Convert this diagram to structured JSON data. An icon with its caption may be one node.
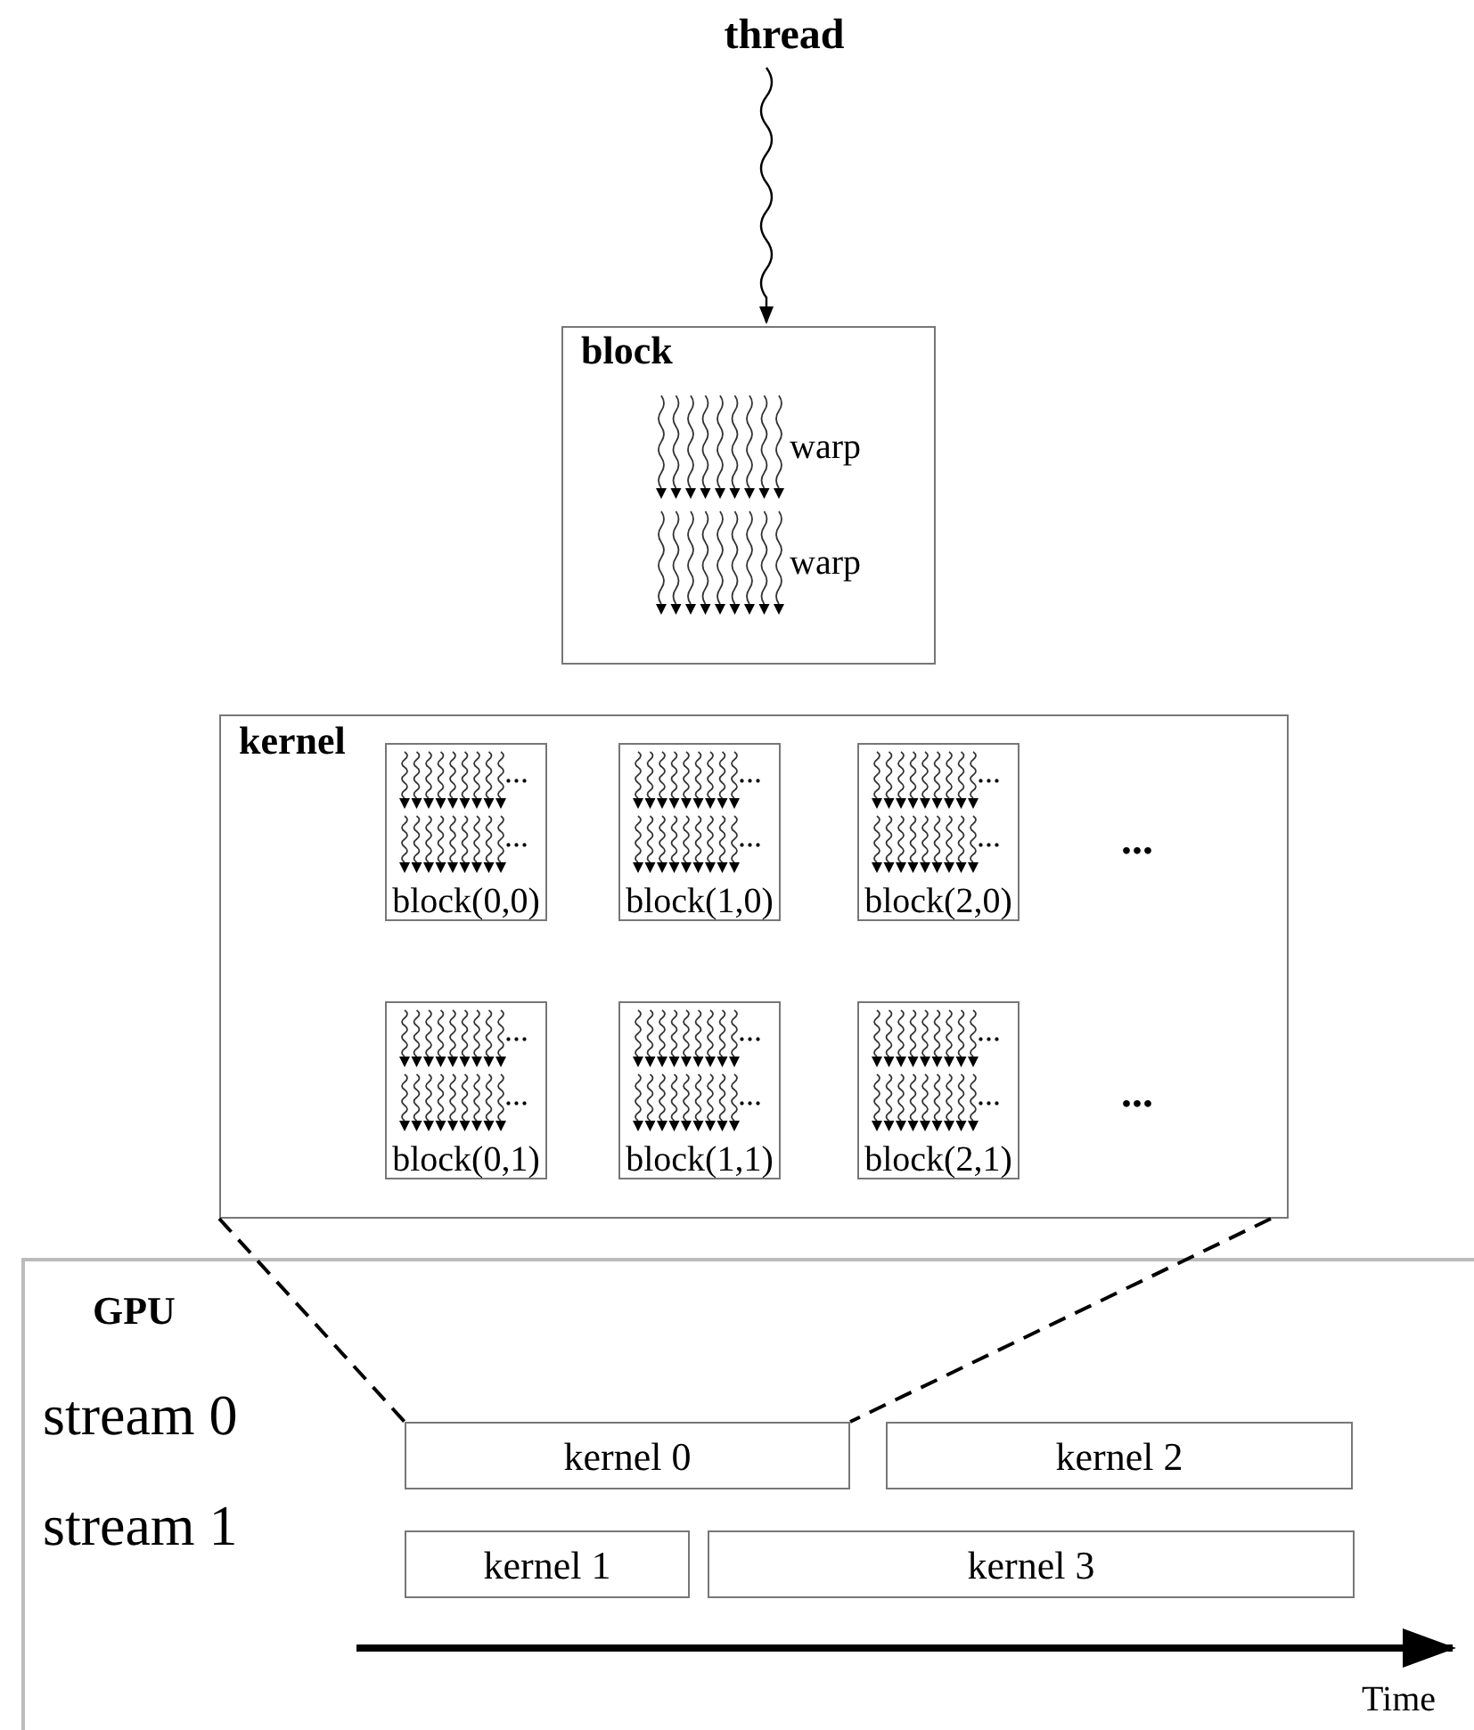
{
  "diagram": {
    "nodes": [
      {
        "text": [
          "thread"
        ]
      },
      {
        "text": [
          "block",
          "warp",
          "warp"
        ]
      },
      {
        "text": [
          "kernel",
          "...",
          "..."
        ]
      },
      {
        "text": [
          "...",
          "...",
          "block(0,0)"
        ],
        "in": 2
      },
      {
        "text": [
          "...",
          "...",
          "block(1,0)"
        ],
        "in": 2
      },
      {
        "text": [
          "...",
          "...",
          "block(2,0)"
        ],
        "in": 2
      },
      {
        "text": [
          "...",
          "...",
          "block(0,1)"
        ],
        "in": 2
      },
      {
        "text": [
          "...",
          "...",
          "block(1,1)"
        ],
        "in": 2
      },
      {
        "text": [
          "...",
          "...",
          "block(2,1)"
        ],
        "in": 2
      },
      {
        "text": [
          "GPU",
          "stream 0",
          "stream 1",
          "Time"
        ]
      },
      {
        "text": [
          "kernel 0"
        ],
        "in": 9
      },
      {
        "text": [
          "kernel 2"
        ],
        "in": 9
      },
      {
        "text": [
          "kernel 1"
        ],
        "in": 9
      },
      {
        "text": [
          "kernel 3"
        ],
        "in": 9
      }
    ],
    "edges": [
      {
        "from": 0,
        "to": 1,
        "arrow": "to"
      },
      {
        "from": 2,
        "to": 10,
        "arrow": "none",
        "style": "dashed"
      },
      {
        "from": 2,
        "to": 10,
        "arrow": "none",
        "style": "dashed"
      }
    ]
  }
}
